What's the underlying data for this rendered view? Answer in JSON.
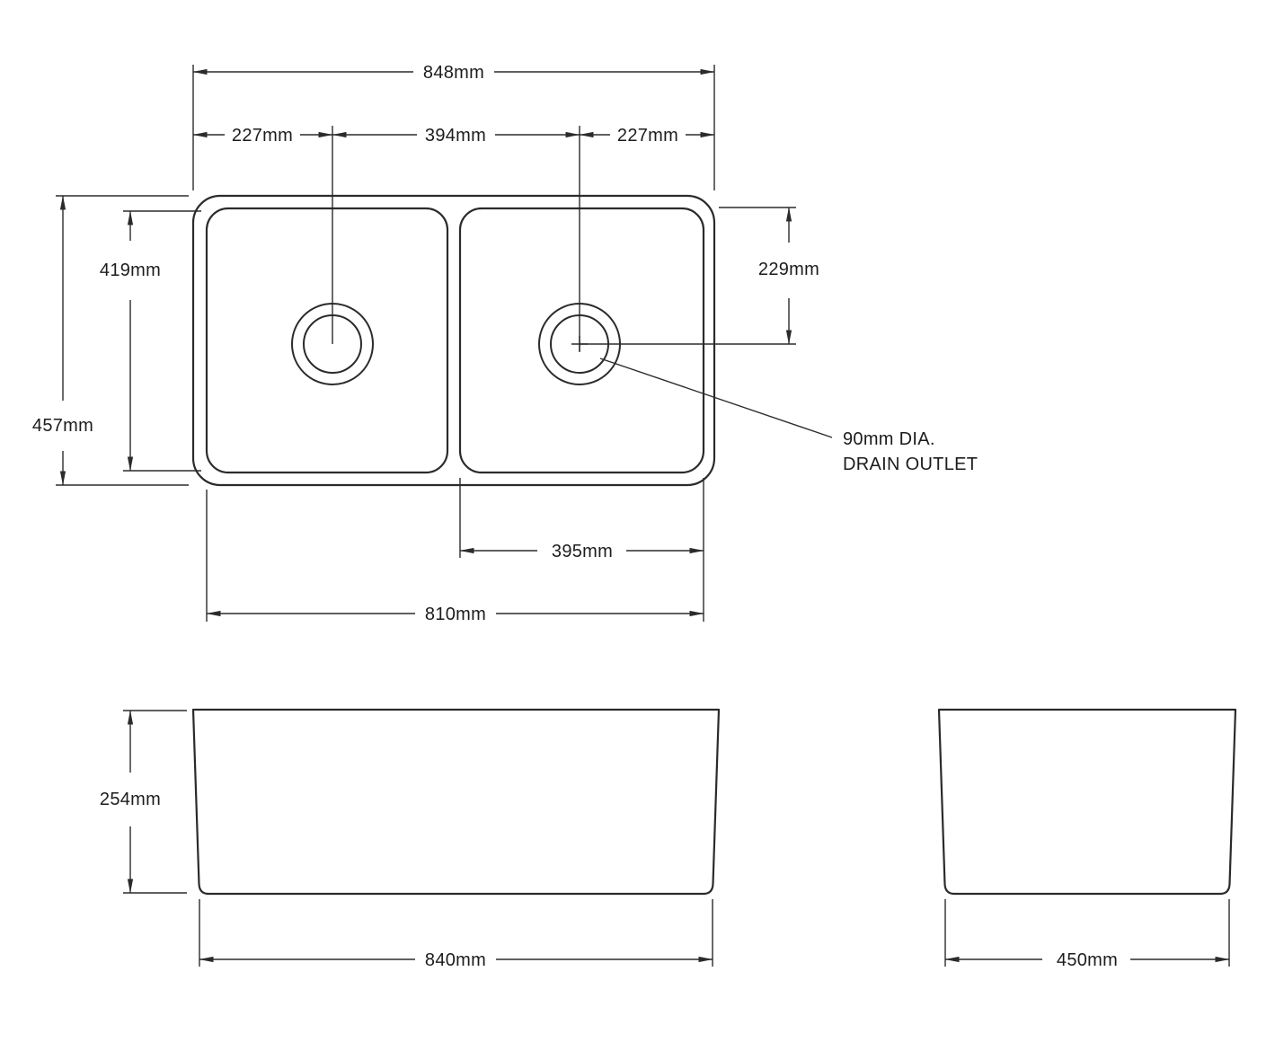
{
  "colors": {
    "line": "#2b2b2b",
    "text": "#1c1c1c",
    "background": "#ffffff"
  },
  "top_view": {
    "overall_width": "848mm",
    "left_drain_offset": "227mm",
    "drain_spacing": "394mm",
    "right_drain_offset": "227mm",
    "inner_depth": "419mm",
    "overall_depth": "457mm",
    "drain_from_top": "229mm",
    "right_bowl_width": "395mm",
    "inner_width": "810mm",
    "drain_note_line1": "90mm  DIA.",
    "drain_note_line2": "DRAIN OUTLET"
  },
  "front_view": {
    "height": "254mm",
    "width": "840mm"
  },
  "side_view": {
    "width": "450mm"
  }
}
